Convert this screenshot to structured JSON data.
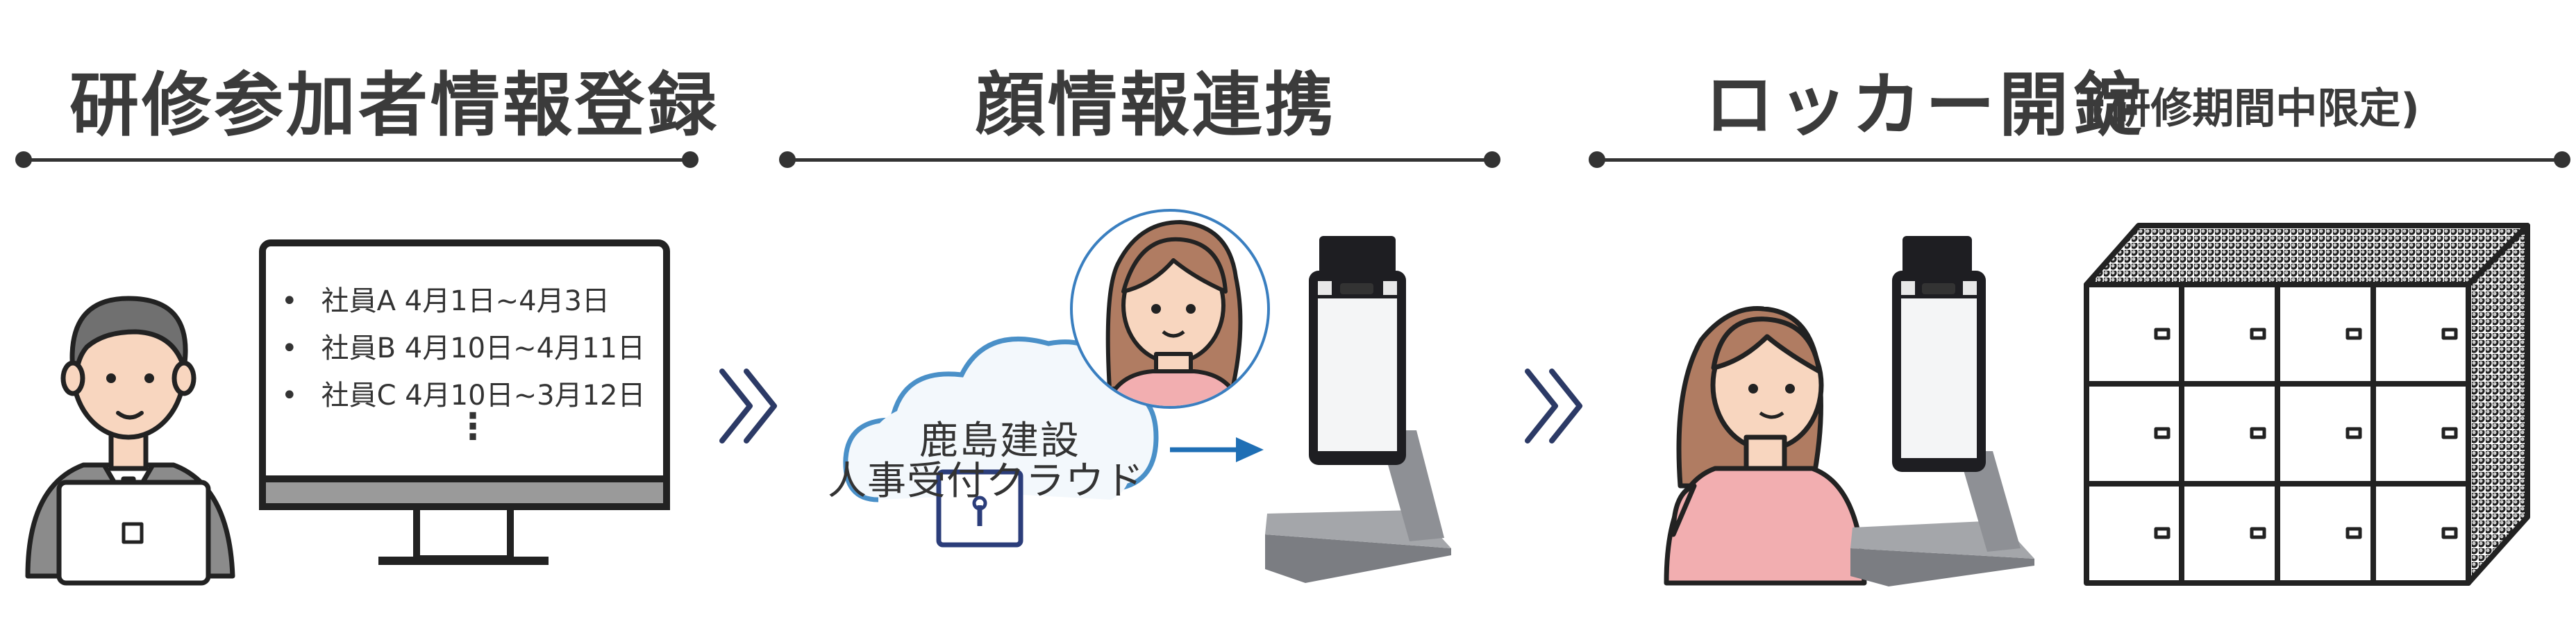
{
  "steps": [
    {
      "title": "研修参加者情報登録"
    },
    {
      "title": "顔情報連携"
    },
    {
      "title": "ロッカー開錠",
      "note": "(研修期間中限定)"
    }
  ],
  "employee_list": {
    "items": [
      "社員A 4月1日~4月3日",
      "社員B 4月10日~4月11日",
      "社員C 4月10日~3月12日"
    ],
    "more": "⋮"
  },
  "cloud": {
    "line1": "鹿島建設",
    "line2": "人事受付クラウド"
  },
  "colors": {
    "title": "#3b3b3b",
    "arrow_blue": "#1f6fb5",
    "cloud_stroke": "#4a90c8",
    "chevron": "#2c3a66",
    "skin": "#f8d6bf",
    "hair": "#b07c62",
    "shirt": "#f2aeb0"
  }
}
